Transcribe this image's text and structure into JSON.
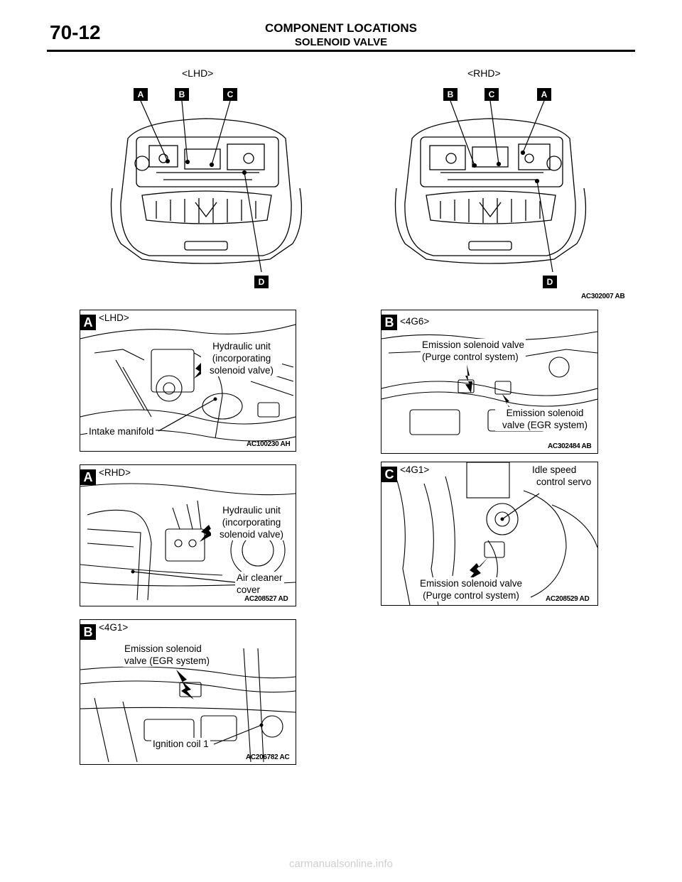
{
  "header": {
    "page_number": "70-12",
    "title": "COMPONENT LOCATIONS",
    "subtitle": "SOLENOID VALVE"
  },
  "top_figure": {
    "lhd_label": "<LHD>",
    "rhd_label": "<RHD>",
    "lhd_callouts": [
      "A",
      "B",
      "C",
      "D"
    ],
    "rhd_callouts": [
      "B",
      "C",
      "A",
      "D"
    ],
    "figure_ref": "AC302007 AB"
  },
  "panels": {
    "a_lhd": {
      "letter": "A",
      "variant": "<LHD>",
      "label_hydraulic": [
        "Hydraulic unit",
        "(incorporating",
        "solenoid valve)"
      ],
      "label_intake": "Intake manifold",
      "ref": "AC100230 AH"
    },
    "a_rhd": {
      "letter": "A",
      "variant": "<RHD>",
      "label_hydraulic": [
        "Hydraulic unit",
        "(incorporating",
        "solenoid valve)"
      ],
      "label_air": [
        "Air cleaner",
        "cover"
      ],
      "ref": "AC208527 AD"
    },
    "b_4g1": {
      "letter": "B",
      "variant": "<4G1>",
      "label_egr": [
        "Emission solenoid",
        "valve (EGR system)"
      ],
      "label_ignition": "Ignition coil 1",
      "ref": "AC206782 AC"
    },
    "b_4g6": {
      "letter": "B",
      "variant": "<4G6>",
      "label_purge": [
        "Emission solenoid valve",
        "(Purge control system)"
      ],
      "label_egr": [
        "Emission solenoid",
        "valve (EGR system)"
      ],
      "ref": "AC302484 AB"
    },
    "c_4g1": {
      "letter": "C",
      "variant": "<4G1>",
      "label_idle": [
        "Idle speed",
        "control servo"
      ],
      "label_purge": [
        "Emission solenoid valve",
        "(Purge control system)"
      ],
      "ref": "AC208529 AD"
    }
  },
  "footer": {
    "watermark": "carmanualsonline.info"
  }
}
